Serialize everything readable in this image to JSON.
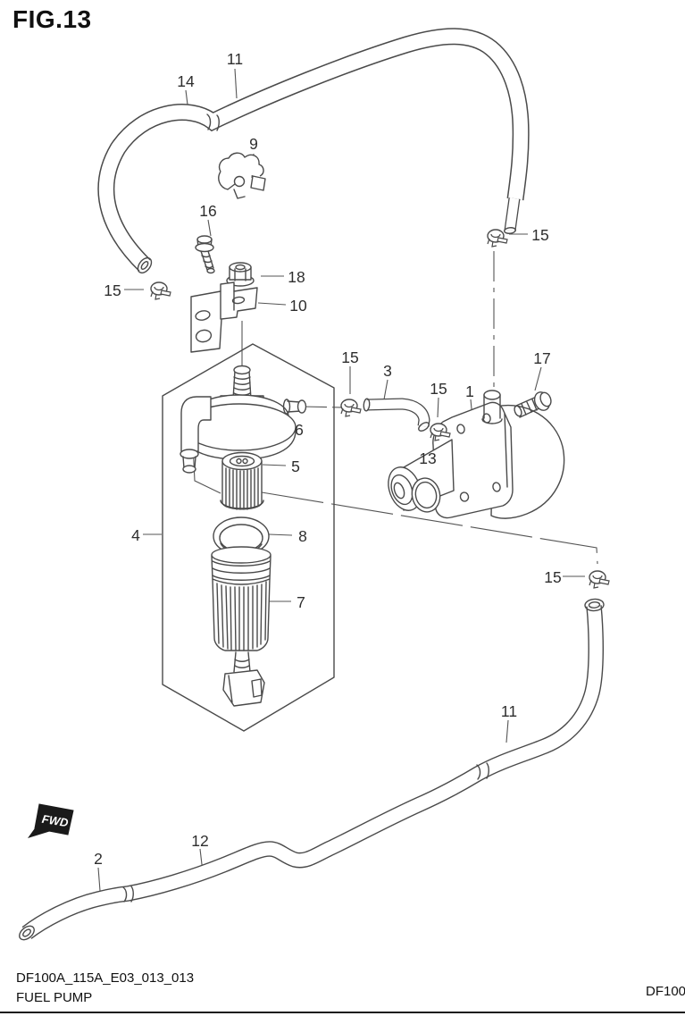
{
  "figure": {
    "title": "FIG.13"
  },
  "footer": {
    "part_code": "DF100A_115A_E03_013_013",
    "figure_name": "FUEL PUMP",
    "edge_code": "DF100"
  },
  "fwd_marker": {
    "label": "FWD"
  },
  "callouts": [
    {
      "label": "14"
    },
    {
      "label": "11"
    },
    {
      "label": "9"
    },
    {
      "label": "16"
    },
    {
      "label": "15"
    },
    {
      "label": "18"
    },
    {
      "label": "10"
    },
    {
      "label": "15"
    },
    {
      "label": "15"
    },
    {
      "label": "3"
    },
    {
      "label": "15"
    },
    {
      "label": "1"
    },
    {
      "label": "17"
    },
    {
      "label": "13"
    },
    {
      "label": "6"
    },
    {
      "label": "5"
    },
    {
      "label": "8"
    },
    {
      "label": "4"
    },
    {
      "label": "7"
    },
    {
      "label": "15"
    },
    {
      "label": "11"
    },
    {
      "label": "12"
    },
    {
      "label": "2"
    }
  ]
}
